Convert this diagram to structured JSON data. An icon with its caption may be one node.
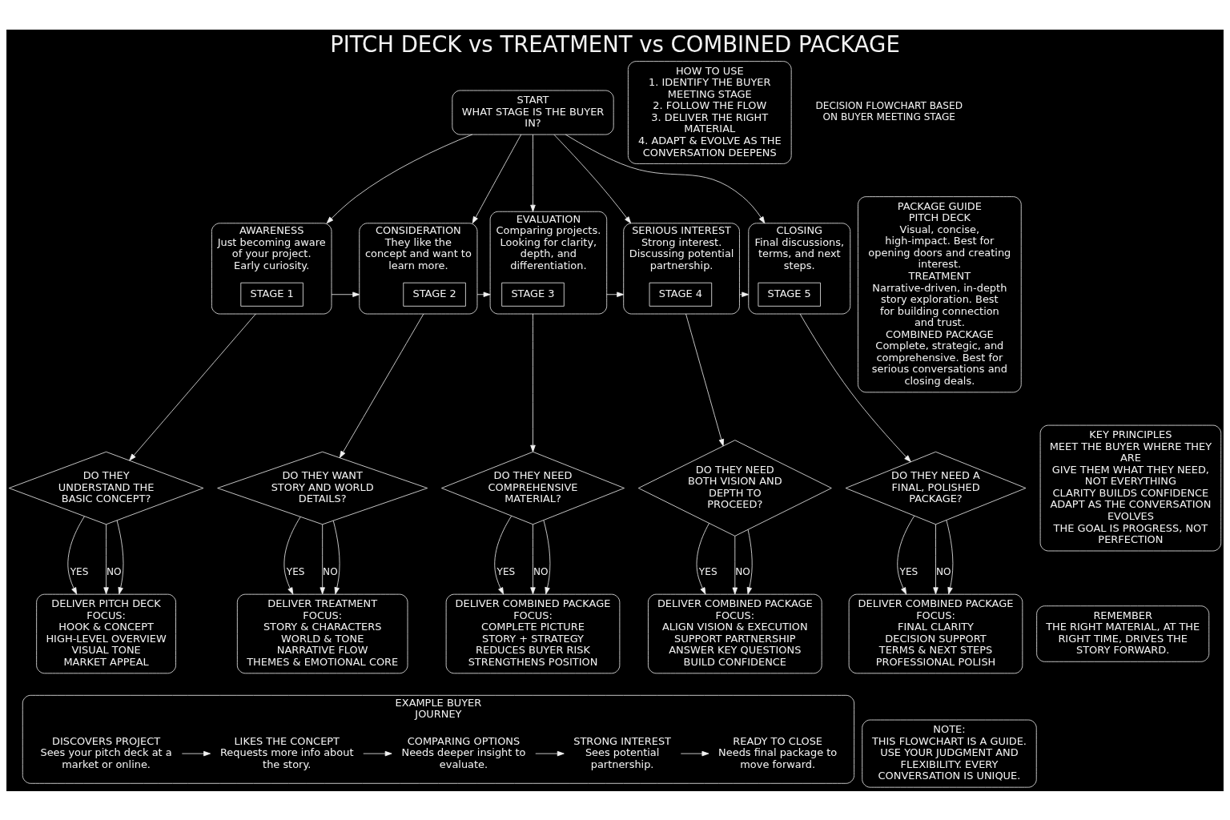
{
  "diagram": {
    "title": "PITCH DECK vs TREATMENT vs COMBINED PACKAGE",
    "nodes": [
      {
        "text": [
          "START",
          "WHAT STAGE IS THE BUYER IN?"
        ]
      },
      {
        "text": [
          "HOW TO USE",
          "1. IDENTIFY THE BUYER MEETING STAGE",
          "2. FOLLOW THE FLOW",
          "3. DELIVER THE RIGHT MATERIAL",
          "4. ADAPT & EVOLVE AS THE CONVERSATION DEEPENS"
        ]
      },
      {
        "text": [
          "AWARENESS",
          "Just becoming aware of your project. Early curiosity."
        ]
      },
      {
        "text": [
          "STAGE 1"
        ],
        "in": 2
      },
      {
        "text": [
          "CONSIDERATION",
          "They like the concept and want to learn more."
        ]
      },
      {
        "text": [
          "STAGE 2"
        ],
        "in": 4
      },
      {
        "text": [
          "EVALUATION",
          "Comparing projects. Looking for clarity, depth, and differentiation."
        ]
      },
      {
        "text": [
          "STAGE 3"
        ],
        "in": 6
      },
      {
        "text": [
          "SERIOUS INTEREST",
          "Strong interest. Discussing potential partnership."
        ]
      },
      {
        "text": [
          "STAGE 4"
        ],
        "in": 8
      },
      {
        "text": [
          "CLOSING",
          "Final discussions, terms, and next steps."
        ]
      },
      {
        "text": [
          "STAGE 5"
        ],
        "in": 10
      },
      {
        "text": [
          "DO THEY UNDERSTAND THE BASIC CONCEPT?"
        ]
      },
      {
        "text": [
          "DO THEY WANT STORY AND WORLD DETAILS?"
        ]
      },
      {
        "text": [
          "DO THEY NEED COMPREHENSIVE MATERIAL?"
        ]
      },
      {
        "text": [
          "DO THEY NEED BOTH VISION AND DEPTH TO PROCEED?"
        ]
      },
      {
        "text": [
          "DO THEY NEED A FINAL, POLISHED PACKAGE?"
        ]
      },
      {
        "text": [
          "DELIVER PITCH DECK",
          "FOCUS:",
          "HOOK & CONCEPT",
          "HIGH-LEVEL OVERVIEW",
          "VISUAL TONE",
          "MARKET APPEAL"
        ]
      },
      {
        "text": [
          "DELIVER TREATMENT",
          "FOCUS:",
          "STORY & CHARACTERS",
          "WORLD & TONE",
          "NARRATIVE FLOW",
          "THEMES & EMOTIONAL CORE"
        ]
      },
      {
        "text": [
          "DELIVER COMBINED PACKAGE",
          "FOCUS:",
          "COMPLETE PICTURE",
          "STORY + STRATEGY",
          "REDUCES BUYER RISK",
          "STRENGTHENS POSITION"
        ]
      },
      {
        "text": [
          "DELIVER COMBINED PACKAGE",
          "FOCUS:",
          "ALIGN VISION & EXECUTION",
          "SUPPORT PARTNERSHIP",
          "ANSWER KEY QUESTIONS",
          "BUILD CONFIDENCE"
        ]
      },
      {
        "text": [
          "DELIVER COMBINED PACKAGE",
          "FOCUS:",
          "FINAL CLARITY",
          "DECISION SUPPORT",
          "TERMS & NEXT STEPS",
          "PROFESSIONAL POLISH"
        ]
      },
      {
        "text": [
          "PACKAGE GUIDE",
          "PITCH DECK",
          "Visual, concise, high-impact. Best for opening doors and creating interest.",
          "TREATMENT",
          "Narrative-driven, in-depth story exploration. Best for building connection and trust.",
          "COMBINED PACKAGE",
          "Complete, strategic, and comprehensive. Best for serious conversations and closing deals."
        ]
      },
      {
        "text": [
          "KEY PRINCIPLES",
          "MEET THE BUYER WHERE THEY ARE",
          "GIVE THEM WHAT THEY NEED, NOT EVERYTHING",
          "CLARITY BUILDS CONFIDENCE",
          "ADAPT AS THE CONVERSATION EVOLVES",
          "THE GOAL IS PROGRESS, NOT PERFECTION"
        ]
      },
      {
        "text": [
          "REMEMBER",
          "THE RIGHT MATERIAL, AT THE RIGHT TIME, DRIVES THE STORY FORWARD."
        ]
      },
      {
        "text": [
          "EXAMPLE BUYER JOURNEY"
        ]
      },
      {
        "text": [
          "DISCOVERS PROJECT",
          "Sees your pitch deck at a market or online."
        ],
        "in": 25
      },
      {
        "text": [
          "LIKES THE CONCEPT",
          "Requests more info about the story."
        ],
        "in": 25
      },
      {
        "text": [
          "COMPARING OPTIONS",
          "Needs deeper insight to evaluate."
        ],
        "in": 25
      },
      {
        "text": [
          "STRONG INTEREST",
          "Sees potential partnership."
        ],
        "in": 25
      },
      {
        "text": [
          "READY TO CLOSE",
          "Needs final package to move forward."
        ],
        "in": 25
      },
      {
        "text": [
          "NOTE:",
          "THIS FLOWCHART IS A GUIDE. USE YOUR JUDGMENT AND FLEXIBILITY. EVERY CONVERSATION IS UNIQUE."
        ]
      }
    ],
    "edges": [
      {
        "from": 0,
        "to": 2,
        "arrow": "to"
      },
      {
        "from": 0,
        "to": 4,
        "arrow": "to"
      },
      {
        "from": 0,
        "to": 6,
        "arrow": "to"
      },
      {
        "from": 0,
        "to": 8,
        "arrow": "to"
      },
      {
        "from": 0,
        "to": 10,
        "arrow": "to"
      },
      {
        "from": 2,
        "to": 4,
        "arrow": "to"
      },
      {
        "from": 4,
        "to": 6,
        "arrow": "to"
      },
      {
        "from": 6,
        "to": 8,
        "arrow": "to"
      },
      {
        "from": 8,
        "to": 10,
        "arrow": "to"
      },
      {
        "from": 2,
        "to": 12,
        "arrow": "to"
      },
      {
        "from": 4,
        "to": 13,
        "arrow": "to"
      },
      {
        "from": 6,
        "to": 14,
        "arrow": "to"
      },
      {
        "from": 8,
        "to": 15,
        "arrow": "to"
      },
      {
        "from": 10,
        "to": 16,
        "arrow": "to"
      },
      {
        "from": 12,
        "to": 17,
        "label": "YES",
        "arrow": "to"
      },
      {
        "from": 12,
        "to": 17,
        "label": "NO",
        "arrow": "to"
      },
      {
        "from": 12,
        "to": 17,
        "arrow": "to"
      },
      {
        "from": 13,
        "to": 18,
        "label": "YES",
        "arrow": "to"
      },
      {
        "from": 13,
        "to": 18,
        "label": "NO",
        "arrow": "to"
      },
      {
        "from": 13,
        "to": 18,
        "arrow": "to"
      },
      {
        "from": 14,
        "to": 19,
        "label": "YES",
        "arrow": "to"
      },
      {
        "from": 14,
        "to": 19,
        "label": "NO",
        "arrow": "to"
      },
      {
        "from": 14,
        "to": 19,
        "arrow": "to"
      },
      {
        "from": 15,
        "to": 20,
        "label": "YES",
        "arrow": "to"
      },
      {
        "from": 15,
        "to": 20,
        "label": "NO",
        "arrow": "to"
      },
      {
        "from": 15,
        "to": 20,
        "arrow": "to"
      },
      {
        "from": 16,
        "to": 21,
        "label": "YES",
        "arrow": "to"
      },
      {
        "from": 16,
        "to": 21,
        "label": "NO",
        "arrow": "to"
      },
      {
        "from": 16,
        "to": 21,
        "arrow": "to"
      },
      {
        "from": 26,
        "to": 27,
        "arrow": "to"
      },
      {
        "from": 27,
        "to": 28,
        "arrow": "to"
      },
      {
        "from": 28,
        "to": 29,
        "arrow": "to"
      },
      {
        "from": 29,
        "to": 30,
        "arrow": "to"
      }
    ],
    "labels": [
      "DECISION FLOWCHART BASED ON BUYER MEETING STAGE"
    ]
  }
}
